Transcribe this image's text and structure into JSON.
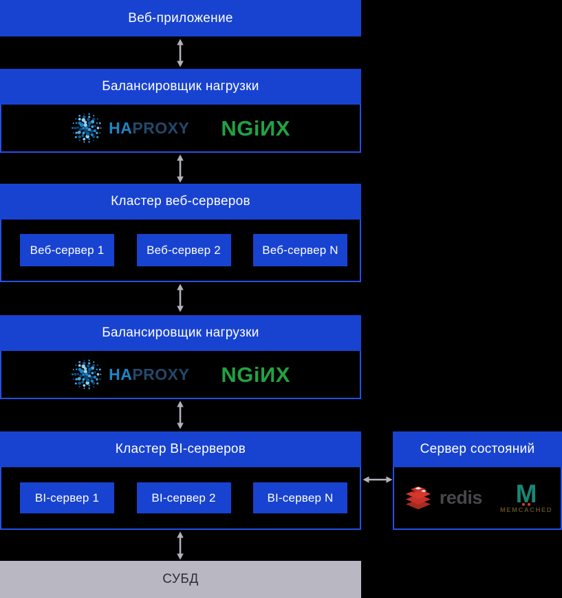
{
  "blocks": {
    "web_app": {
      "title": "Веб-приложение"
    },
    "lb1": {
      "title": "Балансировщик нагрузки"
    },
    "web_cluster": {
      "title": "Кластер веб-серверов",
      "servers": [
        "Веб-сервер 1",
        "Веб-сервер 2",
        "Веб-сервер N"
      ]
    },
    "lb2": {
      "title": "Балансировщик нагрузки"
    },
    "bi_cluster": {
      "title": "Кластер BI-серверов",
      "servers": [
        "BI-сервер 1",
        "BI-сервер 2",
        "BI-сервер N"
      ]
    },
    "state_server": {
      "title": "Сервер состояний"
    },
    "dbms": {
      "title": "СУБД"
    }
  },
  "logos": {
    "haproxy": {
      "ha": "HA",
      "proxy": "PROXY"
    },
    "nginx": {
      "text": "NGiИX"
    },
    "redis": {
      "text": "redis"
    },
    "memcached": {
      "m": "M",
      "text": "MEMCACHED"
    }
  },
  "colors": {
    "block_blue": "#1843d1",
    "border_blue": "#2350e8",
    "arrow_gray": "#b3b1bc",
    "dbms_gray": "#b8b7c2",
    "nginx_green": "#21a243",
    "haproxy_blue": "#1d86c8",
    "haproxy_navy": "#24486b",
    "redis_red": "#c6302b",
    "redis_text_gray": "#47474c",
    "memcached_teal": "#1a8573",
    "memcached_text": "#5c4b20",
    "haproxy_sphere_palette": [
      "#8fd0ee",
      "#4aa3d8",
      "#1d7ec2",
      "#0f5e96",
      "#0b4576"
    ]
  }
}
